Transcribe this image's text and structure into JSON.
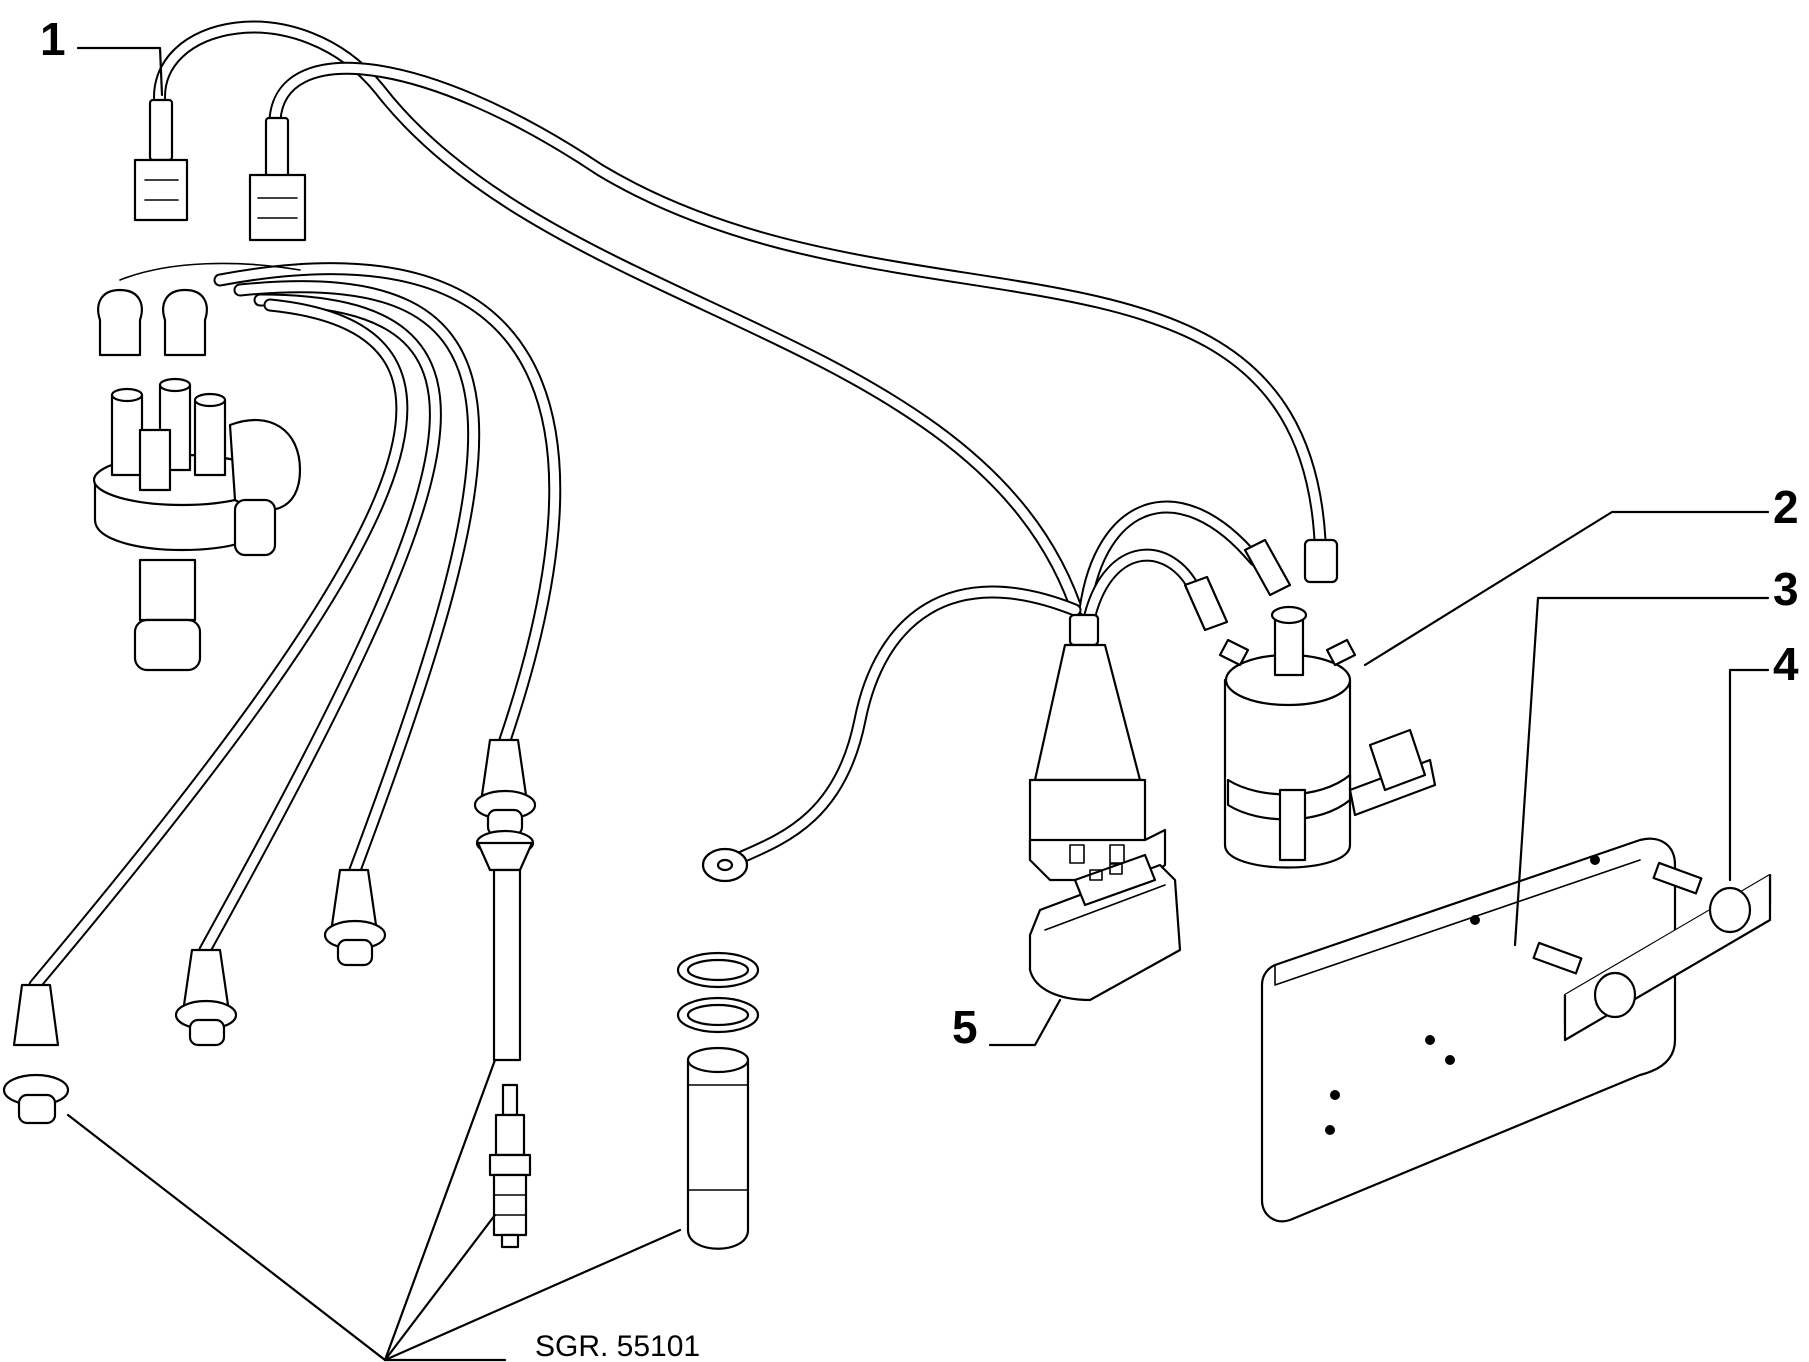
{
  "callouts": [
    {
      "id": "1",
      "label": "1"
    },
    {
      "id": "2",
      "label": "2"
    },
    {
      "id": "3",
      "label": "3"
    },
    {
      "id": "4",
      "label": "4"
    },
    {
      "id": "5",
      "label": "5"
    }
  ],
  "reference": {
    "label": "SGR. 55101"
  }
}
